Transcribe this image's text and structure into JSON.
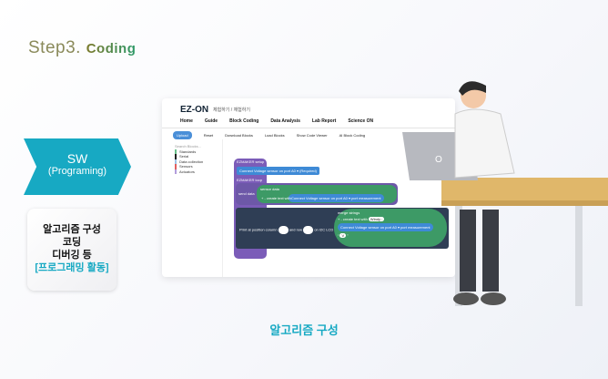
{
  "header": {
    "step": "Step3.",
    "title": "Coding"
  },
  "sw_arrow": {
    "line1": "SW",
    "line2": "(Programing)"
  },
  "card": {
    "lines": [
      "알고리즘 구성",
      "코딩",
      "디버깅 등"
    ],
    "highlight": "[프로그래밍 활동]"
  },
  "app": {
    "logo": "EZ-ON",
    "breadcrumb": "체험하기 / 체험하기",
    "nav": [
      "Home",
      "Guide",
      "Block Coding",
      "Data Analysis",
      "Lab Report",
      "Science ON"
    ],
    "toolbar": [
      "Upload",
      "Reset",
      "Download Blocks",
      "Load Blocks",
      "Show Code Viewer",
      "AI Block Coding"
    ],
    "search_placeholder": "Search Blocks...",
    "categories": [
      "Standards",
      "Serial",
      "Data collection",
      "Sensors",
      "Actuators"
    ],
    "category_colors": [
      "#6cc08b",
      "#222222",
      "#9ec4e6",
      "#e06060",
      "#b39ddb"
    ],
    "blocks": {
      "setup": "EZMAKER setup",
      "connect": "Connect Voltage sensor on port",
      "port": "A0 ▾",
      "required": "(Required)",
      "loop": "EZMAKER loop",
      "send": "send data",
      "sensor_data": "sensor data",
      "create_text": "+ - create text with",
      "measure": "port measurement",
      "print": "Print at position column",
      "and_row": "and row",
      "lcd": "on I2C LCD",
      "merge": "merge strings",
      "windy": "Windy :",
      "v": "V"
    }
  },
  "caption": "알고리즘 구성"
}
